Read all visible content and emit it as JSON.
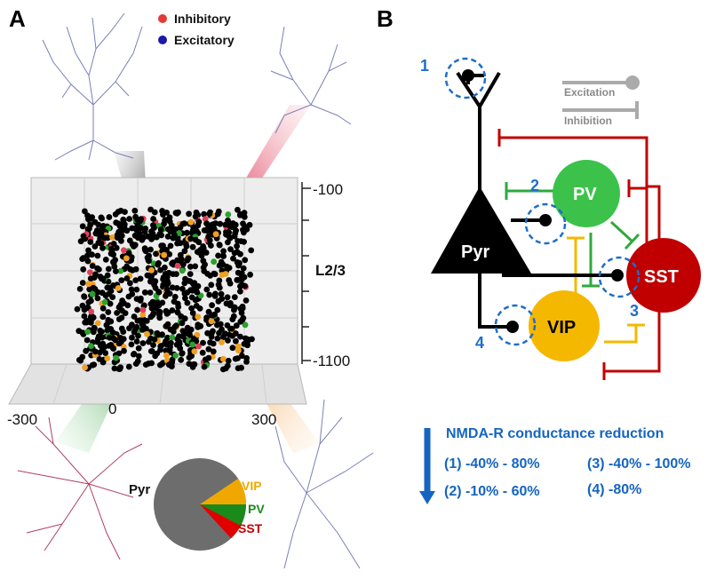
{
  "panel_a": {
    "label": "A",
    "legend": [
      {
        "text": "Inhibitory",
        "color": "#e53935"
      },
      {
        "text": "Excitatory",
        "color": "#1a1aa8"
      }
    ],
    "z_ticks": [
      "-100",
      "-1100"
    ],
    "layer_label": "L2/3",
    "x_ticks": [
      "-300",
      "0",
      "300"
    ],
    "pie": {
      "label_pyr": "Pyr",
      "slices": [
        {
          "name": "VIP",
          "color": "#f0a800"
        },
        {
          "name": "PV",
          "color": "#1a8a1a"
        },
        {
          "name": "SST",
          "color": "#c00000"
        }
      ]
    },
    "colors": {
      "pyr": "#000000",
      "pv": "#2ca02c",
      "vip": "#f0a020",
      "sst": "#e0405a",
      "cube_bg": "#ececec"
    }
  },
  "panel_b": {
    "label": "B",
    "nodes": {
      "pyr": "Pyr",
      "pv": "PV",
      "sst": "SST",
      "vip": "VIP"
    },
    "legend": {
      "excitation": "Excitation",
      "inhibition": "Inhibition"
    },
    "synapse_numbers": [
      "1",
      "2",
      "3",
      "4"
    ],
    "colors": {
      "pv": "#33bb44",
      "sst": "#c00000",
      "vip": "#f5b800",
      "pyr": "#000000",
      "dashed": "#1e6ec8"
    },
    "info": {
      "title": "NMDA-R conductance reduction",
      "items": [
        "(1) -40% - 80%",
        "(3) -40% - 100%",
        "(2) -10% - 60%",
        "(4) -80%"
      ]
    }
  }
}
